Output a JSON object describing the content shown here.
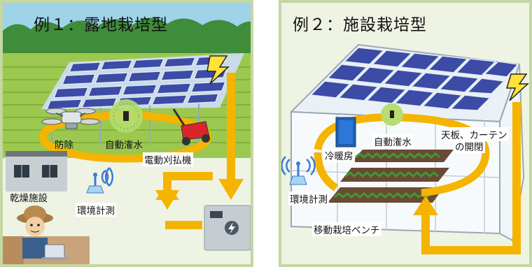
{
  "panel_left": {
    "title": "例１：露地栽培型",
    "labels": {
      "drone": "防除",
      "irrigation": "自動潅水",
      "mower": "電動刈払機",
      "dryer": "乾燥施設",
      "sensor": "環境計測"
    }
  },
  "panel_right": {
    "title": "例２：施設栽培型",
    "labels": {
      "heater": "冷暖房",
      "irrigation": "自動潅水",
      "curtain_line1": "天板、カーテン",
      "curtain_line2": "の開閉",
      "sensor": "環境計測",
      "bench": "移動栽培ベンチ"
    }
  },
  "colors": {
    "arrow": "#f5b400",
    "panel_border": "#c5d7a2",
    "solar": "#3b4ba6",
    "grass": "#8fc24a"
  },
  "icons": [
    "lightning-icon",
    "drone-icon",
    "sprinkler-icon",
    "lawn-mower-icon",
    "building-icon",
    "wifi-sensor-icon",
    "battery-storage-icon",
    "farmer-icon",
    "greenhouse-icon",
    "heater-icon"
  ]
}
